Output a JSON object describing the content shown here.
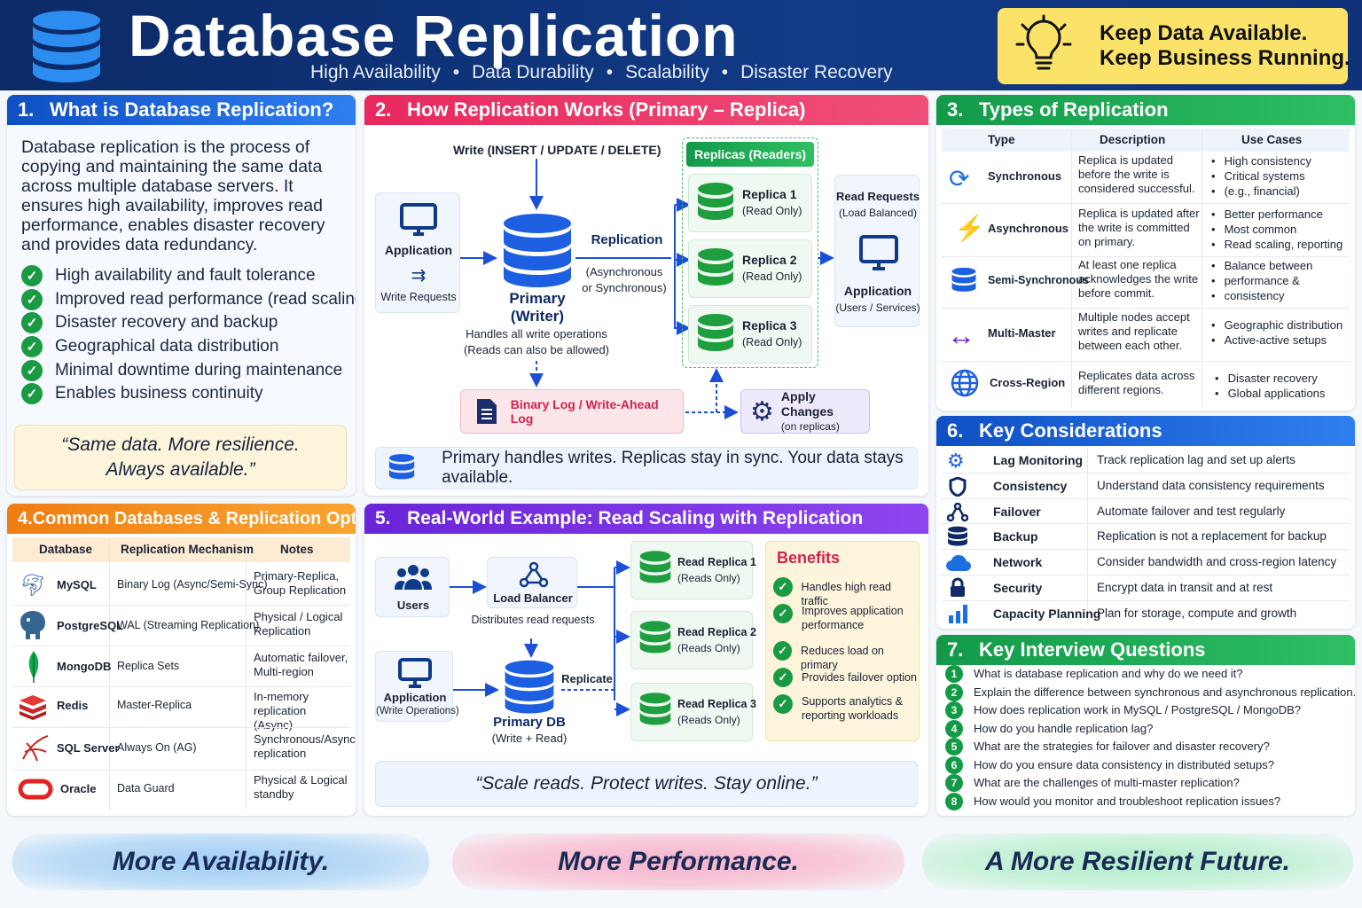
{
  "header": {
    "title": "Database Replication",
    "subtitle_items": [
      "High Availability",
      "Data Durability",
      "Scalability",
      "Disaster Recovery"
    ],
    "slogan_line1": "Keep Data Available.",
    "slogan_line2": "Keep Business Running."
  },
  "colors": {
    "navy": "#0b2a66",
    "blue": "#1c4fd8",
    "pink": "#e8285e",
    "green": "#129a4a",
    "orange": "#f07e12",
    "purple": "#6a25d9",
    "yellow": "#fbe36a"
  },
  "p1": {
    "num": "1.",
    "title": "What is Database Replication?",
    "intro": "Database replication is the process of copying and maintaining the same data across multiple database servers. It ensures high availability, improves read performance, enables disaster recovery and provides data redundancy.",
    "checks": [
      "High availability and fault tolerance",
      "Improved read performance (read scaling)",
      "Disaster recovery and backup",
      "Geographical data distribution",
      "Minimal downtime during maintenance",
      "Enables business continuity"
    ],
    "quote1": "“Same data. More resilience.",
    "quote2": "Always available.”"
  },
  "p2": {
    "num": "2.",
    "title": "How Replication Works (Primary – Replica)",
    "write_label": "Write (INSERT / UPDATE / DELETE)",
    "app": "Application",
    "write_requests": "Write Requests",
    "primary": "Primary",
    "writer": "(Writer)",
    "primary_note1": "Handles all write operations",
    "primary_note2": "(Reads can also be allowed)",
    "replication": "Replication",
    "replication_mode1": "(Asynchronous",
    "replication_mode2": "or Synchronous)",
    "replicas_title": "Replicas (Readers)",
    "replicas": [
      {
        "name": "Replica 1",
        "sub": "(Read Only)"
      },
      {
        "name": "Replica 2",
        "sub": "(Read Only)"
      },
      {
        "name": "Replica 3",
        "sub": "(Read Only)"
      }
    ],
    "read_requests": "Read Requests",
    "load_balanced": "(Load Balanced)",
    "app_right": "Application",
    "users_services": "(Users / Services)",
    "binlog": "Binary Log / Write-Ahead Log",
    "apply_changes": "Apply Changes",
    "on_replicas": "(on replicas)",
    "footer": "Primary handles writes. Replicas stay in sync. Your data stays available."
  },
  "p3": {
    "num": "3.",
    "title": "Types of Replication",
    "headers": [
      "Type",
      "Description",
      "Use Cases"
    ],
    "rows": [
      {
        "type": "Synchronous",
        "icon": "sync-icon",
        "desc": [
          "Replica is updated",
          "before the write is",
          "considered successful."
        ],
        "uses": [
          "High consistency",
          "Critical systems",
          "(e.g., financial)"
        ]
      },
      {
        "type": "Asynchronous",
        "icon": "lightning-icon",
        "desc": [
          "Replica is updated after",
          "the write is committed",
          "on primary."
        ],
        "uses": [
          "Better performance",
          "Most common",
          "Read scaling, reporting"
        ]
      },
      {
        "type": "Semi-Synchronous",
        "icon": "database-icon",
        "desc": [
          "At least one replica",
          "acknowledges the write",
          "before commit."
        ],
        "uses": [
          "Balance between",
          "performance &",
          "consistency"
        ]
      },
      {
        "type": "Multi-Master",
        "icon": "bidirectional-arrow-icon",
        "desc": [
          "Multiple nodes accept",
          "writes and replicate",
          "between each other."
        ],
        "uses": [
          "Geographic distribution",
          "Active-active setups"
        ]
      },
      {
        "type": "Cross-Region",
        "icon": "globe-icon",
        "desc": [
          "Replicates data across",
          "different regions."
        ],
        "uses": [
          "Disaster recovery",
          "Global applications"
        ]
      }
    ]
  },
  "p4": {
    "num": "4.",
    "title": "Common Databases & Replication Options",
    "headers": [
      "Database",
      "Replication Mechanism",
      "Notes"
    ],
    "rows": [
      {
        "db": "MySQL",
        "icon": "mysql-dolphin-icon",
        "mech": "Binary Log (Async/Semi-Sync)",
        "notes": [
          "Primary-Replica,",
          "Group Replication"
        ]
      },
      {
        "db": "PostgreSQL",
        "icon": "postgresql-elephant-icon",
        "mech": "WAL (Streaming Replication)",
        "notes": [
          "Physical / Logical",
          "Replication"
        ]
      },
      {
        "db": "MongoDB",
        "icon": "mongodb-leaf-icon",
        "mech": "Replica Sets",
        "notes": [
          "Automatic failover,",
          "Multi-region"
        ]
      },
      {
        "db": "Redis",
        "icon": "redis-cube-icon",
        "mech": "Master-Replica",
        "notes": [
          "In-memory replication",
          "(Async)"
        ]
      },
      {
        "db": "SQL Server",
        "icon": "sql-server-icon",
        "mech": "Always On (AG)",
        "notes": [
          "Synchronous/Async",
          "replication"
        ]
      },
      {
        "db": "Oracle",
        "icon": "oracle-ring-icon",
        "mech": "Data Guard",
        "notes": [
          "Physical & Logical",
          "standby"
        ]
      }
    ]
  },
  "p5": {
    "num": "5.",
    "title": "Real-World Example: Read Scaling with Replication",
    "users": "Users",
    "load_balancer": "Load Balancer",
    "lb_note": "Distributes read requests",
    "app": "Application",
    "app_sub": "(Write Operations)",
    "primary": "Primary DB",
    "primary_sub": "(Write + Read)",
    "replicate": "Replicate",
    "replicas": [
      {
        "name": "Read Replica 1",
        "sub": "(Reads Only)"
      },
      {
        "name": "Read Replica 2",
        "sub": "(Reads Only)"
      },
      {
        "name": "Read Replica 3",
        "sub": "(Reads Only)"
      }
    ],
    "benefits_title": "Benefits",
    "benefits": [
      [
        "Handles high read traffic"
      ],
      [
        "Improves application",
        "performance"
      ],
      [
        "Reduces load on primary"
      ],
      [
        "Provides failover option"
      ],
      [
        "Supports analytics &",
        "reporting workloads"
      ]
    ],
    "quote": "“Scale reads. Protect writes. Stay online.”"
  },
  "p6": {
    "num": "6.",
    "title": "Key Considerations",
    "rows": [
      {
        "name": "Lag Monitoring",
        "icon": "gear-icon",
        "desc": "Track replication lag and set up alerts"
      },
      {
        "name": "Consistency",
        "icon": "shield-icon",
        "desc": "Understand data consistency requirements"
      },
      {
        "name": "Failover",
        "icon": "network-nodes-icon",
        "desc": "Automate failover and test regularly"
      },
      {
        "name": "Backup",
        "icon": "database-icon",
        "desc": "Replication is not a replacement for backup"
      },
      {
        "name": "Network",
        "icon": "cloud-icon",
        "desc": "Consider bandwidth and cross-region latency"
      },
      {
        "name": "Security",
        "icon": "lock-icon",
        "desc": "Encrypt data in transit and at rest"
      },
      {
        "name": "Capacity Planning",
        "icon": "bar-chart-icon",
        "desc": "Plan for storage, compute and growth"
      }
    ]
  },
  "p7": {
    "num": "7.",
    "title": "Key Interview Questions",
    "questions": [
      {
        "n": "1",
        "q": "What is database replication and why do we need it?"
      },
      {
        "n": "2",
        "q": "Explain the difference between synchronous and asynchronous replication."
      },
      {
        "n": "3",
        "q": "How does replication work in MySQL / PostgreSQL / MongoDB?"
      },
      {
        "n": "4",
        "q": "How do you handle replication lag?"
      },
      {
        "n": "5",
        "q": "What are the strategies for failover and disaster recovery?"
      },
      {
        "n": "6",
        "q": "How do you ensure data consistency in distributed setups?"
      },
      {
        "n": "7",
        "q": "What are the challenges of multi-master replication?"
      },
      {
        "n": "8",
        "q": "How would you monitor and troubleshoot replication issues?"
      }
    ]
  },
  "banners": [
    "More Availability.",
    "More Performance.",
    "A More Resilient Future."
  ]
}
